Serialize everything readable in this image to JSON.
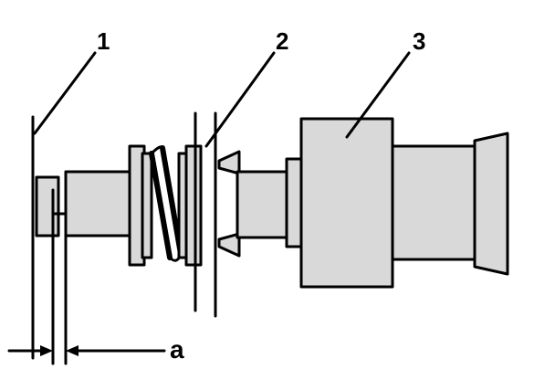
{
  "callouts": [
    {
      "number": "1"
    },
    {
      "number": "2"
    },
    {
      "number": "3"
    }
  ],
  "dimension": {
    "label": "a"
  },
  "colors": {
    "ink": "#000000",
    "fill": "#d9d9d9",
    "background": "#ffffff"
  }
}
